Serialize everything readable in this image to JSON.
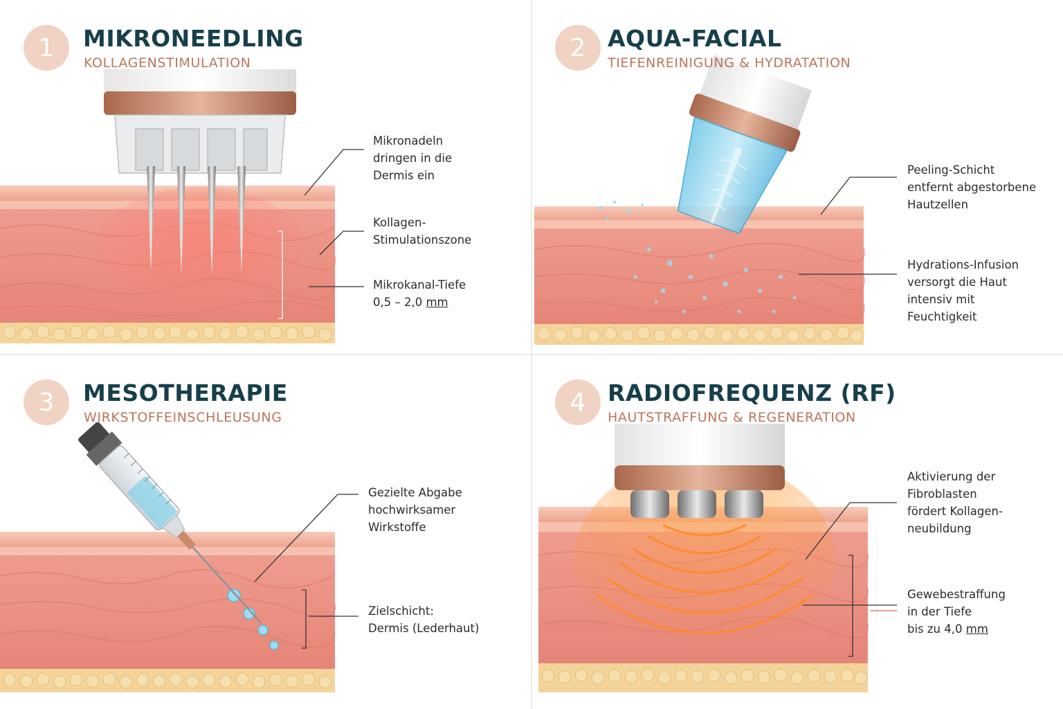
{
  "colors": {
    "title": "#173f4a",
    "subtitle": "#b9765a",
    "badge": "#f1d3c3",
    "skin_top": "#f1b5a1",
    "dermis": "#eb8f83",
    "fat": "#f4d49a",
    "copper": "#c98a6d",
    "water": "#8fd3ea",
    "rf_wave": "#ff8a2a"
  },
  "panels": [
    {
      "number": "1",
      "title": "MIKRONEEDLING",
      "subtitle": "KOLLAGENSTIMULATION",
      "device": "microneedle-pen",
      "annotations": [
        {
          "lines": [
            "Mikronadeln",
            "dringen in die",
            "Dermis ein"
          ]
        },
        {
          "lines": [
            "Kollagen-",
            "Stimulationszone"
          ]
        },
        {
          "lines": [
            "Mikrokanal-Tiefe"
          ],
          "value": "0,5 – 2,0",
          "unit": "mm"
        }
      ]
    },
    {
      "number": "2",
      "title": "AQUA-FACIAL",
      "subtitle": "TIEFENREINIGUNG & HYDRATATION",
      "device": "hydra-peeling-tip",
      "annotations": [
        {
          "lines": [
            "Peeling-Schicht",
            "entfernt abgestorbene",
            "Hautzellen"
          ]
        },
        {
          "lines": [
            "Hydrations-Infusion",
            "versorgt die Haut",
            "intensiv mit",
            "Feuchtigkeit"
          ]
        }
      ]
    },
    {
      "number": "3",
      "title": "MESOTHERAPIE",
      "subtitle": "WIRKSTOFFEINSCHLEUSUNG",
      "device": "syringe",
      "annotations": [
        {
          "lines": [
            "Gezielte Abgabe",
            "hochwirksamer",
            "Wirkstoffe"
          ]
        },
        {
          "lines": [
            "Zielschicht:",
            "Dermis (Lederhaut)"
          ]
        }
      ]
    },
    {
      "number": "4",
      "title": "RADIOFREQUENZ (RF)",
      "subtitle": "HAUTSTRAFFUNG & REGENERATION",
      "device": "rf-applicator",
      "annotations": [
        {
          "lines": [
            "Aktivierung der",
            "Fibroblasten",
            "fördert Kollagen-",
            "neubildung"
          ]
        },
        {
          "lines": [
            "Gewebestraffung",
            "in der Tiefe"
          ],
          "value_prefix": "bis zu",
          "value": "4,0",
          "unit": "mm"
        }
      ]
    }
  ]
}
